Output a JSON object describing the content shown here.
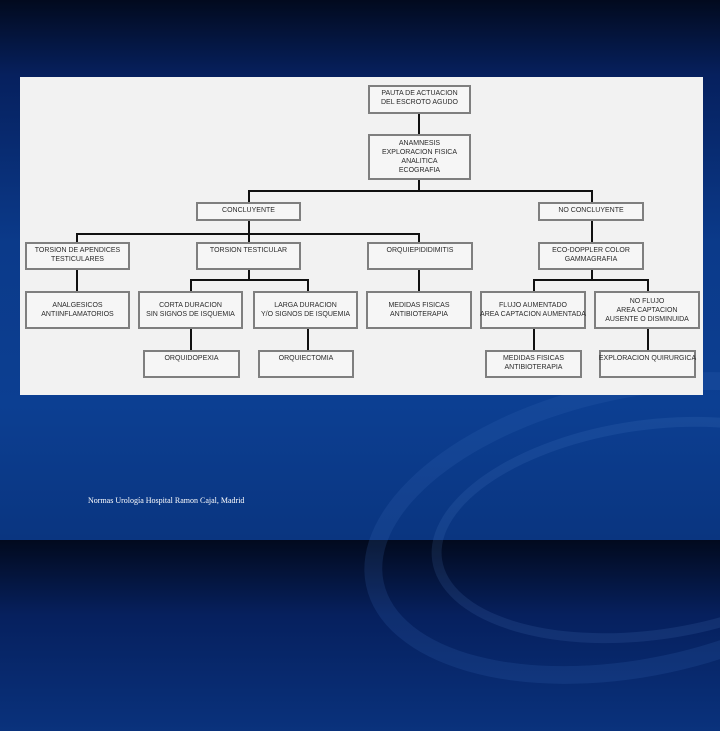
{
  "diagram": {
    "title": [
      "PAUTA DE ACTUACION",
      "DEL ESCROTO AGUDO"
    ],
    "assessment": [
      "ANAMNESIS",
      "EXPLORACION FISICA",
      "ANALITICA",
      "ECOGRAFIA"
    ],
    "concluyente": [
      "CONCLUYENTE"
    ],
    "no_concluyente": [
      "NO CONCLUYENTE"
    ],
    "torsion_apendices": [
      "TORSION DE APENDICES",
      "TESTICULARES"
    ],
    "torsion_testicular": [
      "TORSION TESTICULAR"
    ],
    "orquiepididimitis": [
      "ORQUIEPIDIDIMITIS"
    ],
    "eco_doppler": [
      "ECO-DOPPLER COLOR",
      "GAMMAGRAFIA"
    ],
    "analgesicos": [
      "ANALGESICOS",
      "ANTIINFLAMATORIOS"
    ],
    "corta_duracion": [
      "CORTA DURACION",
      "SIN SIGNOS DE ISQUEMIA"
    ],
    "larga_duracion": [
      "LARGA DURACION",
      "Y/O SIGNOS DE ISQUEMIA"
    ],
    "medidas_fisicas_1": [
      "MEDIDAS FISICAS",
      "ANTIBIOTERAPIA"
    ],
    "flujo_aumentado": [
      "FLUJO AUMENTADO",
      "AREA CAPTACION AUMENTADA"
    ],
    "no_flujo": [
      "NO FLUJO",
      "AREA CAPTACION",
      "AUSENTE O DISMINUIDA"
    ],
    "orquidopexia": [
      "ORQUIDOPEXIA"
    ],
    "orquiectomia": [
      "ORQUIECTOMIA"
    ],
    "medidas_fisicas_2": [
      "MEDIDAS FISICAS",
      "ANTIBIOTERAPIA"
    ],
    "exploracion_quirurgica": [
      "EXPLORACION QUIRURGICA"
    ]
  },
  "footer": "Normas Urología Hospital Ramon Cajal, Madrid"
}
